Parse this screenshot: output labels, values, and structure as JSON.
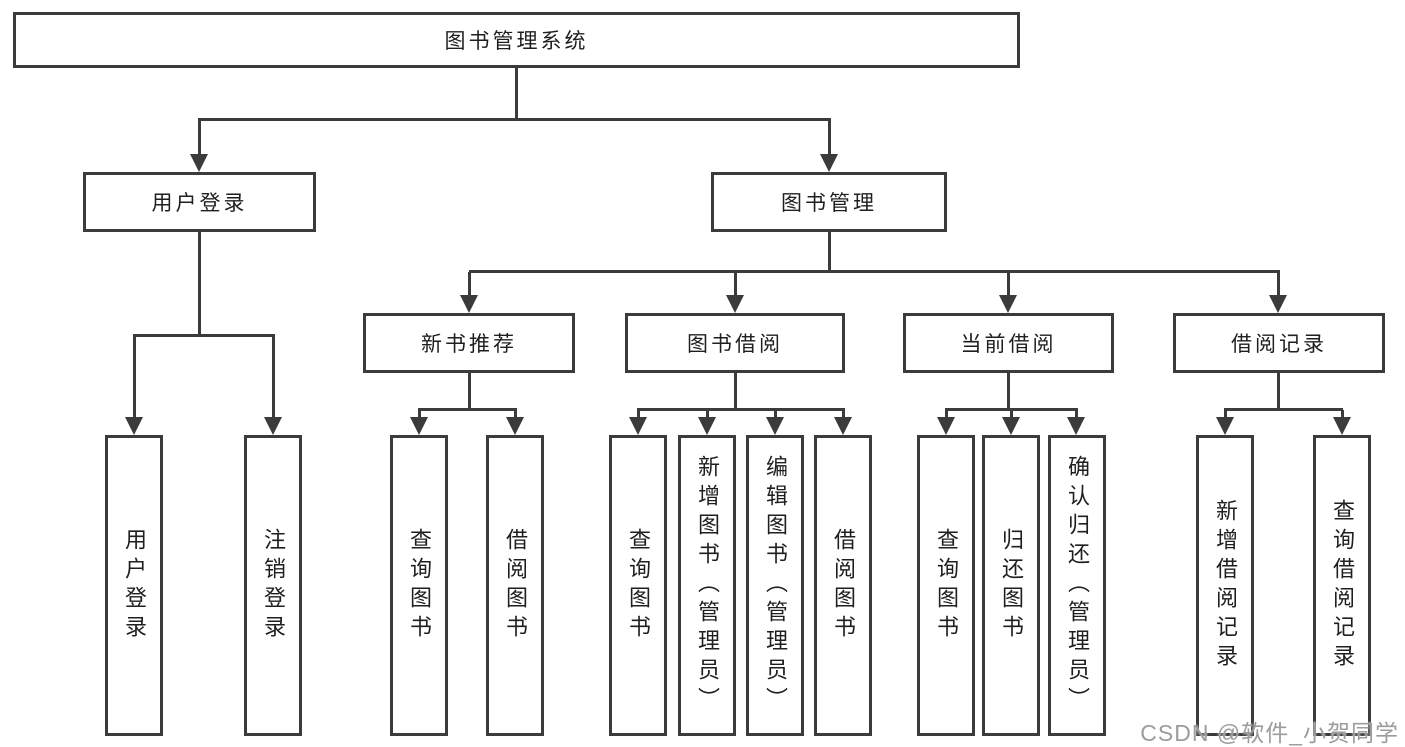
{
  "root": {
    "label": "图书管理系统"
  },
  "level2": {
    "user_login": {
      "label": "用户登录"
    },
    "book_management": {
      "label": "图书管理"
    }
  },
  "level3": {
    "new_book_recommend": {
      "label": "新书推荐"
    },
    "book_borrow": {
      "label": "图书借阅"
    },
    "current_borrow": {
      "label": "当前借阅"
    },
    "borrow_records": {
      "label": "借阅记录"
    }
  },
  "leaves": {
    "user_login": [
      "用户登录",
      "注销登录"
    ],
    "new_book_recommend": [
      "查询图书",
      "借阅图书"
    ],
    "book_borrow": [
      "查询图书",
      "新增图书（管理员）",
      "编辑图书（管理员）",
      "借阅图书"
    ],
    "current_borrow": [
      "查询图书",
      "归还图书",
      "确认归还（管理员）"
    ],
    "borrow_records": [
      "新增借阅记录",
      "查询借阅记录"
    ]
  },
  "watermark": {
    "text": "CSDN @软件_小贺同学"
  },
  "colors": {
    "line": "#3b3b3b",
    "text": "#1f1f1f",
    "watermark": "#9c9c9c",
    "background": "#ffffff"
  }
}
